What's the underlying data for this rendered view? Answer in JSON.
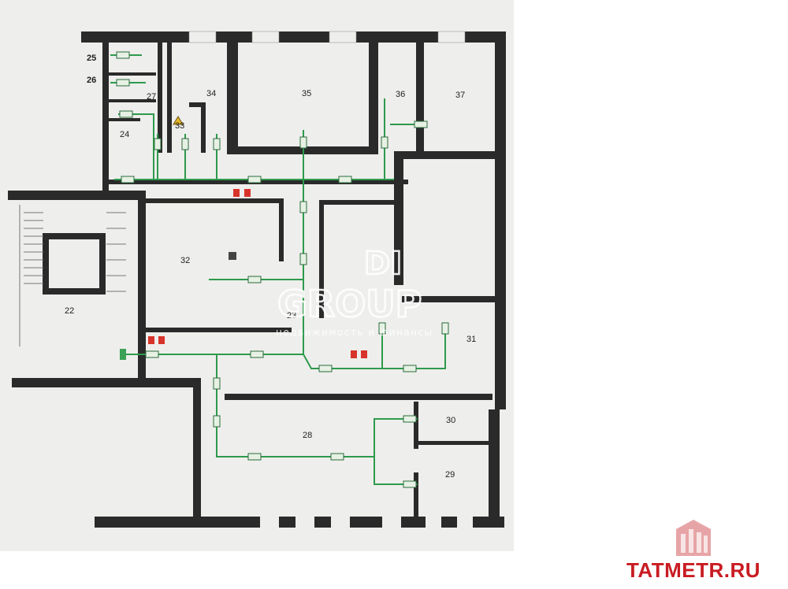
{
  "rooms": [
    {
      "id": "r22",
      "label": "22"
    },
    {
      "id": "r23",
      "label": "23"
    },
    {
      "id": "r24",
      "label": "24"
    },
    {
      "id": "r25",
      "label": "25"
    },
    {
      "id": "r26",
      "label": "26"
    },
    {
      "id": "r27",
      "label": "27"
    },
    {
      "id": "r28",
      "label": "28"
    },
    {
      "id": "r29",
      "label": "29"
    },
    {
      "id": "r30",
      "label": "30"
    },
    {
      "id": "r31",
      "label": "31"
    },
    {
      "id": "r32",
      "label": "32"
    },
    {
      "id": "r33",
      "label": "33"
    },
    {
      "id": "r34",
      "label": "34"
    },
    {
      "id": "r35",
      "label": "35"
    },
    {
      "id": "r36",
      "label": "36"
    },
    {
      "id": "r37",
      "label": "37"
    }
  ],
  "watermark": {
    "line1": "DI",
    "line2": "GROUP",
    "tagline": "недвижимость и финансы"
  },
  "brand": {
    "text": "TATMETR.RU",
    "color": "#c91b22"
  },
  "colors": {
    "route": "#2e9a4c",
    "wall": "#2a2a2a",
    "extinguisher": "#d8332a",
    "background": "#eeeeec"
  }
}
